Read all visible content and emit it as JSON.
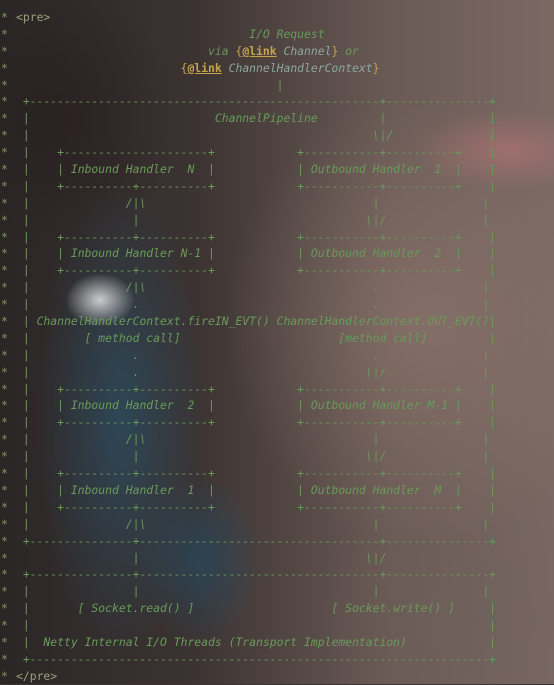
{
  "editor": {
    "gutter_char": "*",
    "lines": [
      {
        "segments": [
          {
            "t": "<pre>",
            "k": "tag"
          }
        ]
      },
      {
        "segments": [
          {
            "t": "                                  I/O Request"
          }
        ]
      },
      {
        "segments": [
          {
            "t": "                            via "
          },
          {
            "t": "{",
            "k": "brace"
          },
          {
            "t": "@link",
            "k": "link"
          },
          {
            "t": " Channel",
            "k": "target"
          },
          {
            "t": "}",
            "k": "brace"
          },
          {
            "t": " or"
          }
        ]
      },
      {
        "segments": [
          {
            "t": "                        "
          },
          {
            "t": "{",
            "k": "brace"
          },
          {
            "t": "@link",
            "k": "link"
          },
          {
            "t": " ChannelHandlerContext",
            "k": "target"
          },
          {
            "t": "}",
            "k": "brace"
          }
        ]
      },
      {
        "segments": [
          {
            "t": "                                      |"
          }
        ]
      },
      {
        "segments": [
          {
            "t": " +---------------------------------------------------+---------------+"
          }
        ]
      },
      {
        "segments": [
          {
            "t": " |                           ChannelPipeline         |               |"
          }
        ]
      },
      {
        "segments": [
          {
            "t": " |                                                  \\|/              |"
          }
        ]
      },
      {
        "segments": [
          {
            "t": " |    +---------------------+            +-----------+----------+    |"
          }
        ]
      },
      {
        "segments": [
          {
            "t": " |    | Inbound Handler  N  |            | Outbound Handler  1  |    |"
          }
        ]
      },
      {
        "segments": [
          {
            "t": " |    +----------+----------+            +-----------+----------+    |"
          }
        ]
      },
      {
        "segments": [
          {
            "t": " |              /|\\                                 |               |"
          }
        ]
      },
      {
        "segments": [
          {
            "t": " |               |                                 \\|/              |"
          }
        ]
      },
      {
        "segments": [
          {
            "t": " |    +----------+----------+            +-----------+----------+    |"
          }
        ]
      },
      {
        "segments": [
          {
            "t": " |    | Inbound Handler N-1 |            | Outbound Handler  2  |    |"
          }
        ]
      },
      {
        "segments": [
          {
            "t": " |    +----------+----------+            +-----------+----------+    |"
          }
        ]
      },
      {
        "segments": [
          {
            "t": " |              /|\\                                 .               |"
          }
        ]
      },
      {
        "segments": [
          {
            "t": " |               .                                  .               |"
          }
        ]
      },
      {
        "segments": [
          {
            "t": " | ChannelHandlerContext.fireIN_EVT() ChannelHandlerContext.OUT_EVT()|"
          }
        ]
      },
      {
        "segments": [
          {
            "t": " |        [ method call]                       [method call]         |"
          }
        ]
      },
      {
        "segments": [
          {
            "t": " |               .                                  .               |"
          }
        ]
      },
      {
        "segments": [
          {
            "t": " |               .                                 \\|/              |"
          }
        ]
      },
      {
        "segments": [
          {
            "t": " |    +----------+----------+            +-----------+----------+    |"
          }
        ]
      },
      {
        "segments": [
          {
            "t": " |    | Inbound Handler  2  |            | Outbound Handler M-1 |    |"
          }
        ]
      },
      {
        "segments": [
          {
            "t": " |    +----------+----------+            +-----------+----------+    |"
          }
        ]
      },
      {
        "segments": [
          {
            "t": " |              /|\\                                 |               |"
          }
        ]
      },
      {
        "segments": [
          {
            "t": " |               |                                 \\|/              |"
          }
        ]
      },
      {
        "segments": [
          {
            "t": " |    +----------+----------+            +-----------+----------+    |"
          }
        ]
      },
      {
        "segments": [
          {
            "t": " |    | Inbound Handler  1  |            | Outbound Handler  M  |    |"
          }
        ]
      },
      {
        "segments": [
          {
            "t": " |    +----------+----------+            +-----------+----------+    |"
          }
        ]
      },
      {
        "segments": [
          {
            "t": " |              /|\\                                 |               |"
          }
        ]
      },
      {
        "segments": [
          {
            "t": " +---------------+-----------------------------------+---------------+"
          }
        ]
      },
      {
        "segments": [
          {
            "t": "                 |                                 \\|/"
          }
        ]
      },
      {
        "segments": [
          {
            "t": " +---------------+-----------------------------------+---------------+"
          }
        ]
      },
      {
        "segments": [
          {
            "t": " |               |                                  |               |"
          }
        ]
      },
      {
        "segments": [
          {
            "t": " |       [ Socket.read() ]                    [ Socket.write() ]     |"
          }
        ]
      },
      {
        "segments": [
          {
            "t": " |                                                                   |"
          }
        ]
      },
      {
        "segments": [
          {
            "t": " |  Netty Internal I/O Threads (Transport Implementation)            |"
          }
        ]
      },
      {
        "segments": [
          {
            "t": " +-------------------------------------------------------------------+"
          }
        ]
      },
      {
        "segments": [
          {
            "t": "</pre>",
            "k": "tag"
          }
        ]
      }
    ]
  }
}
